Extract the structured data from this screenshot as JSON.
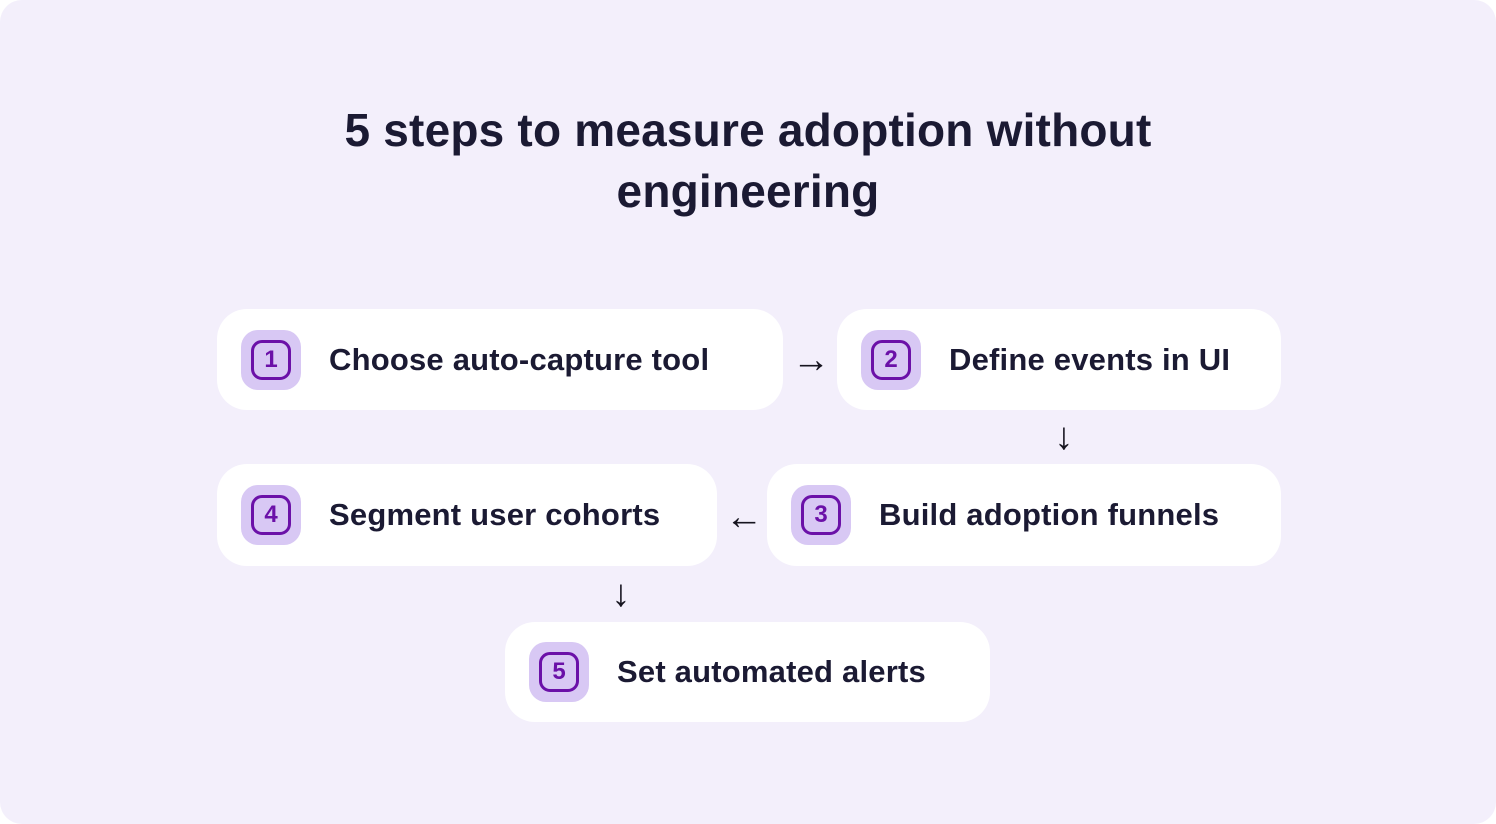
{
  "title": "5 steps to measure adoption without engineering",
  "steps": [
    {
      "number": "1",
      "label": "Choose auto-capture tool"
    },
    {
      "number": "2",
      "label": "Define events in UI"
    },
    {
      "number": "3",
      "label": "Build adoption funnels"
    },
    {
      "number": "4",
      "label": "Segment user cohorts"
    },
    {
      "number": "5",
      "label": "Set automated alerts"
    }
  ],
  "arrows": {
    "step1_to_step2": "→",
    "step2_to_step3": "↓",
    "step3_to_step4": "←",
    "step4_to_step5": "↓"
  },
  "colors": {
    "page_bg": "#ffffff",
    "canvas_bg": "#f3effb",
    "card_bg": "#ffffff",
    "badge_bg": "#d8c8f4",
    "badge_accent": "#6b10a8",
    "text": "#1b1a33"
  }
}
